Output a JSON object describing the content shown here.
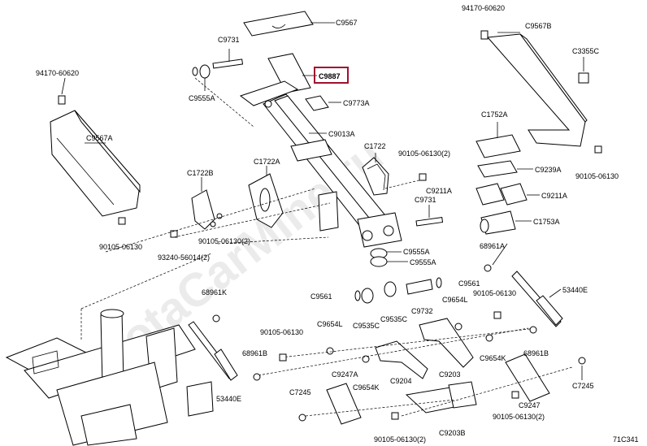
{
  "watermark": "ToyotaCarMine.ru",
  "highlighted": "C9887",
  "footer": "71C341",
  "labels": {
    "c9567": "C9567",
    "c9731_top": "C9731",
    "c9887": "C9887",
    "c9555a_top": "C9555A",
    "c9773a": "C9773A",
    "c9013a": "C9013A",
    "c1722": "C1722",
    "c1722a": "C1722A",
    "c1722b": "C1722B",
    "p94170_left": "94170-60620",
    "c9567a": "C9567A",
    "p90105_left": "90105-06130",
    "p93240": "93240-56014(2)",
    "p90105_mid": "90105-06130(2)",
    "p90105_right2": "90105-06130(2)",
    "c9731_mid": "C9731",
    "c9555a_b1": "C9555A",
    "c9555a_b2": "C9555A",
    "p94170_right": "94170-60620",
    "c9567b": "C9567B",
    "c3355c": "C3355C",
    "c1752a": "C1752A",
    "c9239a": "C9239A",
    "p90105_rt": "90105-06130",
    "c9211a_1": "C9211A",
    "c9211a_2": "C9211A",
    "c1753a": "C1753A",
    "p68961a": "68961A",
    "c9561_r": "C9561",
    "c9561_l": "C9561",
    "p53440e_r": "53440E",
    "p90105_r3": "90105-06130",
    "c9535c_1": "C9535C",
    "c9535c_2": "C9535C",
    "c9732": "C9732",
    "c9654l_1": "C9654L",
    "c9654l_2": "C9654L",
    "p68961k": "68961K",
    "p90105_l2": "90105-06130",
    "p68961b_l": "68961B",
    "p68961b_r": "68961B",
    "c9654k_1": "C9654K",
    "c9654k_2": "C9654K",
    "c9247a": "C9247A",
    "c9204": "C9204",
    "c9203": "C9203",
    "p53440e_l": "53440E",
    "c7245_l": "C7245",
    "c7245_r": "C7245",
    "c9247": "C9247",
    "p90105_b2": "90105-06130(2)",
    "c9203b": "C9203B",
    "p90105_b3": "90105-06130(2)"
  }
}
